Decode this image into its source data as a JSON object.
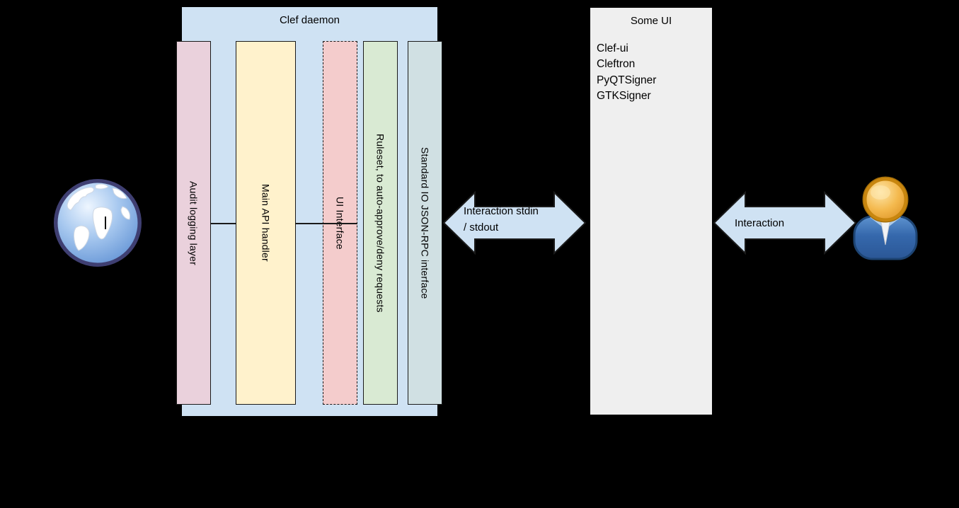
{
  "background_color": "#000000",
  "clef_daemon": {
    "title": "Clef daemon",
    "fill": "#cfe2f3",
    "columns": [
      {
        "label": "Audit logging layer",
        "fill": "#ead1dc",
        "border_style": "solid"
      },
      {
        "label": "Main API handler",
        "fill": "#fff2cc",
        "border_style": "solid"
      },
      {
        "label": "UI Interface",
        "fill": "#f4cccc",
        "border_style": "dashed"
      },
      {
        "label": "Ruleset, to auto-approve/deny requests",
        "fill": "#d9ead3",
        "border_style": "solid"
      },
      {
        "label": "Standard IO JSON-RPC interface",
        "fill": "#d0e0e3",
        "border_style": "solid"
      }
    ]
  },
  "some_ui": {
    "title": "Some UI",
    "fill": "#efefef",
    "items": [
      "Clef-ui",
      "Cleftron",
      "PyQTSigner",
      "GTKSigner"
    ]
  },
  "arrows": {
    "left": {
      "label_line1": "Interaction stdin",
      "label_line2": "/ stdout",
      "fill": "#cfe2f3"
    },
    "right": {
      "label": "Interaction",
      "fill": "#cfe2f3"
    }
  },
  "icons": {
    "left_endpoint": "globe-icon",
    "right_endpoint": "person-icon"
  }
}
